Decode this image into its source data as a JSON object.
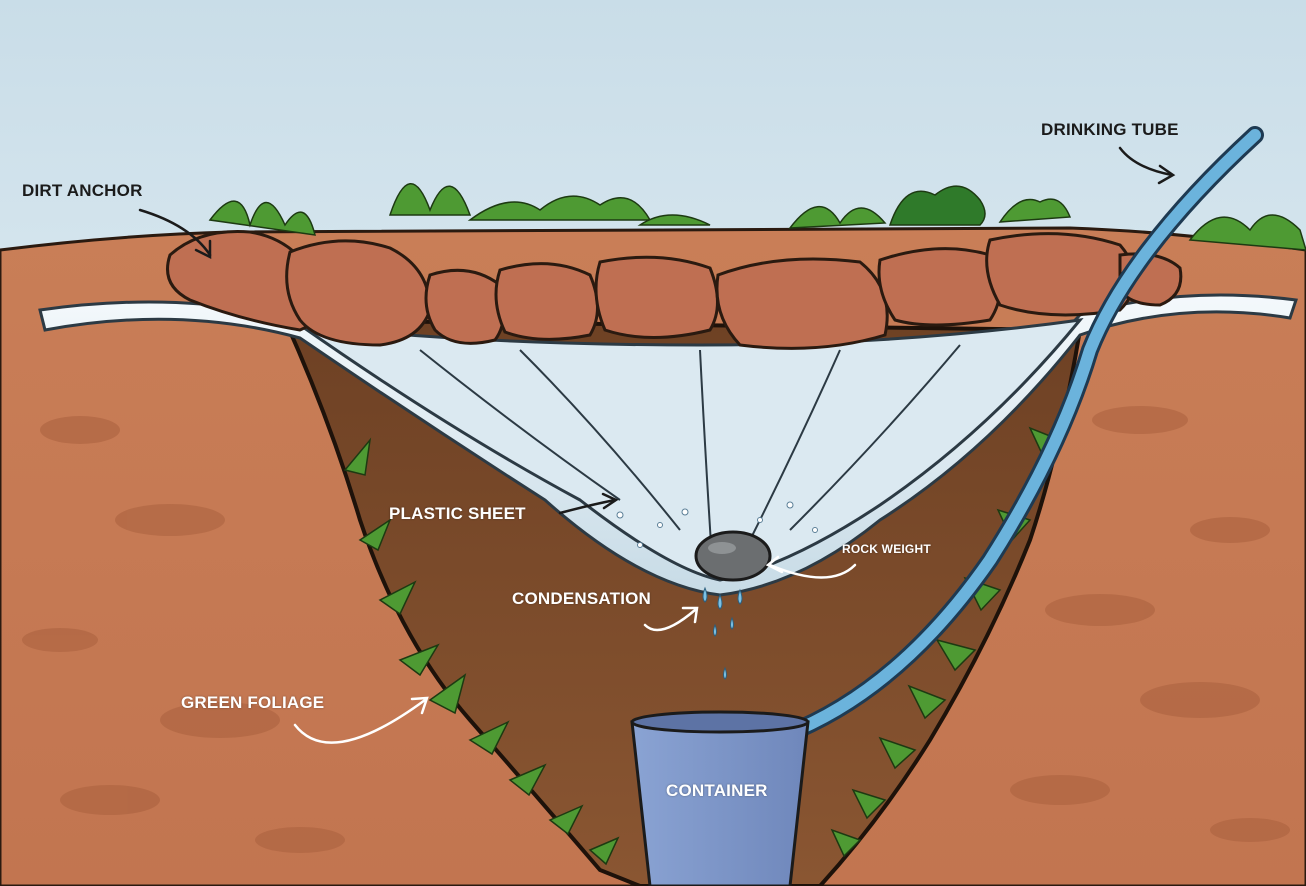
{
  "labels": {
    "dirt_anchor": "DIRT ANCHOR",
    "drinking_tube": "DRINKING TUBE",
    "plastic_sheet": "PLASTIC SHEET",
    "rock_weight": "ROCK WEIGHT",
    "condensation": "CONDENSATION",
    "green_foliage": "GREEN FOLIAGE",
    "container": "CONTAINER"
  },
  "colors": {
    "sky": "#d7e9f1",
    "soil": "#c47a54",
    "pit": "#7a4a2a",
    "rock": "#bf6f52",
    "plastic": "#e4f0f6",
    "foliage": "#4e9a33",
    "tube": "#6bb3dc",
    "container": "#7d97c9"
  }
}
